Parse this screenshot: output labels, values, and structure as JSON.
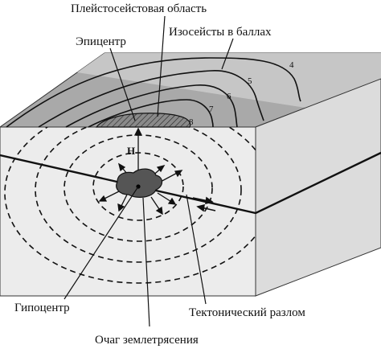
{
  "labels": {
    "pleistoseist": "Плейстосейстовая область",
    "isoseists": "Изосейсты в баллах",
    "epicenter": "Эпицентр",
    "hypocenter": "Гипоцентр",
    "fault": "Тектонический разлом",
    "focus": "Очаг землетрясения",
    "depth": "H"
  },
  "isoseist_values": [
    "4",
    "5",
    "6",
    "7",
    "8"
  ],
  "colors": {
    "top_face": "#a9a9a9",
    "front_face": "#ececec",
    "side_face": "#dcdcdc",
    "focus": "#555555",
    "lines": "#111111"
  }
}
